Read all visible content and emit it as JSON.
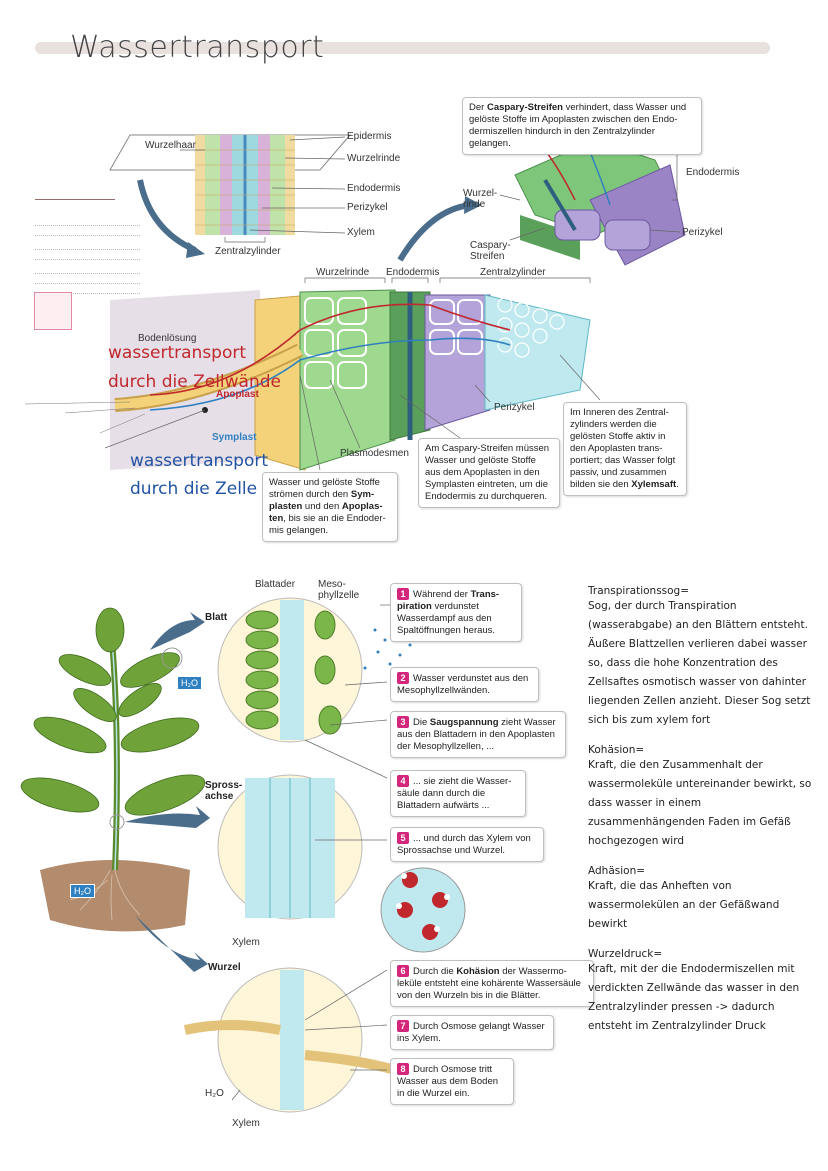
{
  "title": "Wassertransport",
  "root_section": {
    "top_labels": {
      "wurzelhaar": "Wurzelhaar",
      "epidermis": "Epidermis",
      "wurzelrinde": "Wurzelrinde",
      "endodermis": "Endodermis",
      "perizykel": "Perizykel",
      "xylem": "Xylem",
      "zentralzylinder": "Zentralzylinder"
    },
    "caspary_callout": [
      "Der ",
      "Caspary-Streifen",
      " verhindert, dass Wasser und gelöste Stoffe im Apoplasten zwischen den Endo­dermiszellen hindurch in den Zentralzylinder gelangen."
    ],
    "caspary_labels": {
      "endodermis": "Endodermis",
      "wurzelrinde": "Wurzel-\nrinde",
      "perizykel": "Perizykel",
      "caspary": "Caspary-\nStreifen"
    },
    "main_labels": {
      "wurzelrinde": "Wurzelrinde",
      "endodermis": "Endodermis",
      "zentralzylinder": "Zentralzylinder",
      "bodenloesung": "Bodenlösung",
      "apoplast": "Apoplast",
      "symplast": "Symplast",
      "plasmodesmen": "Plasmodesmen",
      "perizykel": "Perizykel"
    },
    "callouts": {
      "symplast_apoplast": [
        "Wasser und gelöste Stoffe strömen durch den ",
        "Sym­plasten",
        " und den ",
        "Apoplas­ten",
        ", bis sie an die Endoder­mis gelangen."
      ],
      "caspary_enter": "Am Caspary-Streifen müssen Wasser und gelöste Stoffe aus dem Apoplasten in den Symplasten eintreten, um die Endodermis zu durchqueren.",
      "xylemsaft": [
        "Im Inneren des Zentral­zylinders werden die gelösten Stoffe aktiv in den Apoplasten trans­portiert; das Wasser folgt passiv, und zusammen bilden sie den ",
        "Xylemsaft",
        "."
      ]
    },
    "handwritten": {
      "apoplast_line1": "wassertransport",
      "apoplast_line2": "durch die Zellwände",
      "symplast_line1": "wassertransport",
      "symplast_line2": "durch die Zelle"
    }
  },
  "plant_section": {
    "labels": {
      "blattader": "Blattader",
      "mesophyll": "Meso-\nphyllzelle",
      "blatt": "Blatt",
      "sprossachse": "Spross-\nachse",
      "wurzel": "Wurzel",
      "xylem1": "Xylem",
      "xylem2": "Xylem",
      "h2o_leaf": "H₂O",
      "h2o_root": "H₂O",
      "h2o_soil": "H₂O"
    },
    "steps": [
      {
        "n": "1",
        "parts": [
          "Während der ",
          "Trans­piration",
          " verdunstet Wasserdampf aus den Spaltöffnungen heraus."
        ]
      },
      {
        "n": "2",
        "parts": [
          "Wasser verdunstet aus den Mesophyllzellwänden."
        ]
      },
      {
        "n": "3",
        "parts": [
          "Die ",
          "Saugspannung",
          " zieht Wasser aus den Blattadern in den Apo­plasten der Mesophyllzellen, ..."
        ]
      },
      {
        "n": "4",
        "parts": [
          "... sie zieht die Wasser­säule dann durch die Blattadern aufwärts ..."
        ]
      },
      {
        "n": "5",
        "parts": [
          "... und durch das Xylem von Sprossachse und Wurzel."
        ]
      },
      {
        "n": "6",
        "parts": [
          "Durch die ",
          "Kohäsion",
          " der Wassermo­leküle entsteht eine kohärente Wasser­säule von den Wurzeln bis in die Blätter."
        ]
      },
      {
        "n": "7",
        "parts": [
          "Durch Osmose gelangt Wasser ins Xylem."
        ]
      },
      {
        "n": "8",
        "parts": [
          "Durch Osmose tritt Wasser aus dem Bo­den in die Wurzel ein."
        ]
      }
    ]
  },
  "notes": [
    {
      "heading": "Transpirationssog=",
      "text": "Sog, der durch Transpiration (wasserabgabe) an den Blättern entsteht. Äußere Blattzellen verlieren dabei wasser so, dass die hohe Konzentration des Zellsaftes osmotisch wasser von dahinter liegenden Zellen anzieht. Dieser Sog setzt sich bis zum xylem fort"
    },
    {
      "heading": "Kohäsion=",
      "text": "Kraft, die den Zusammenhalt der wassermoleküle untereinander bewirkt, so dass wasser in einem zusammenhängenden Faden im Gefäß hochgezogen wird"
    },
    {
      "heading": "Adhäsion=",
      "text": "Kraft, die das Anheften von wassermolekülen an der Gefäßwand bewirkt"
    },
    {
      "heading": "Wurzeldruck=",
      "text": "Kraft, mit der die Endodermiszellen mit verdickten Zellwände das wasser in den Zentralzylinder pressen -> dadurch entsteht im Zentralzylinder Druck"
    }
  ],
  "colors": {
    "pink": "#d4267a",
    "apoplast_red": "#c0282d",
    "symplast_blue": "#2253a3",
    "cortex_green": "#7ec77a",
    "xylem_cyan": "#8fd6de",
    "pericycle_purple": "#9b84c6"
  }
}
